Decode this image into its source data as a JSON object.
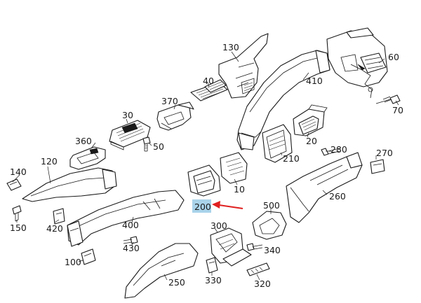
{
  "diagram": {
    "highlighted_part": "200",
    "highlight_color": "#a9d3ea",
    "arrow_color": "#e02020",
    "part_labels": {
      "p130": "130",
      "p60": "60",
      "p40": "40",
      "p410": "410",
      "p370": "370",
      "p70": "70",
      "p30": "30",
      "p360": "360",
      "p50": "50",
      "p20": "20",
      "p280": "280",
      "p270": "270",
      "p120": "120",
      "p210": "210",
      "p140": "140",
      "p10": "10",
      "p260": "260",
      "p200": "200",
      "p500": "500",
      "p150": "150",
      "p420": "420",
      "p400": "400",
      "p300": "300",
      "p340": "340",
      "p430": "430",
      "p100": "100",
      "p250": "250",
      "p330": "330",
      "p320": "320"
    }
  }
}
